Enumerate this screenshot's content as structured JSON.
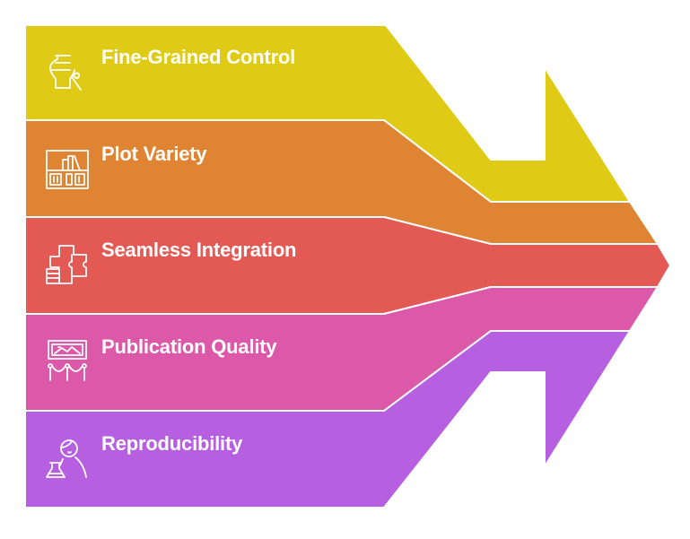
{
  "items": [
    {
      "label": "Fine-Grained Control",
      "icon": "vase-brush-icon",
      "color": "#DFCB16"
    },
    {
      "label": "Plot Variety",
      "icon": "bookshelf-icon",
      "color": "#DE8432"
    },
    {
      "label": "Seamless Integration",
      "icon": "puzzle-icon",
      "color": "#E35A55"
    },
    {
      "label": "Publication Quality",
      "icon": "exhibit-frame-icon",
      "color": "#DC58A8"
    },
    {
      "label": "Reproducibility",
      "icon": "scientist-icon",
      "color": "#B65FE0"
    }
  ]
}
